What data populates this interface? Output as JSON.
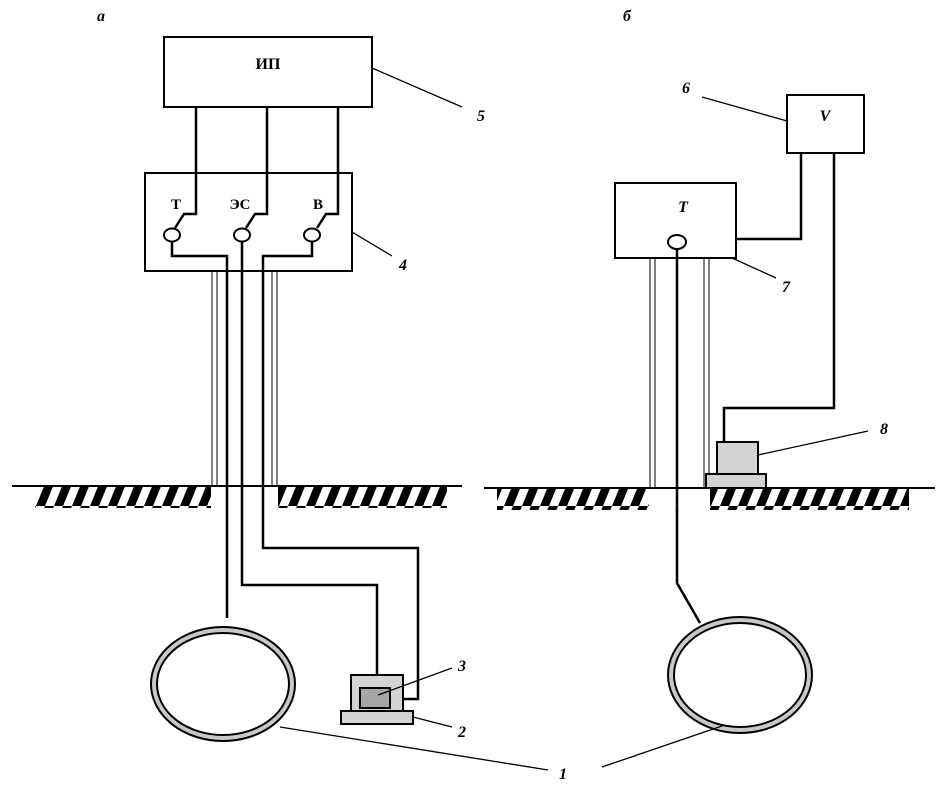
{
  "panel_a": {
    "label": "а",
    "power_source": "ИП",
    "switch_positions": {
      "t": "Т",
      "es": "ЭС",
      "v": "В"
    }
  },
  "panel_b": {
    "label": "б",
    "meter_box": "Т",
    "voltmeter": "V"
  },
  "callouts": {
    "pipeline": "1",
    "electrode": "2",
    "sensor": "3",
    "switch_box": "4",
    "power_source": "5",
    "voltmeter": "6",
    "meter_box": "7",
    "surface_electrode": "8"
  },
  "colors": {
    "line": "#000000",
    "electrode_fill": "#d3d3d3",
    "sensor_fill": "#a6a6a6",
    "pipe_ring_fill": "#c8c8c8",
    "background": "#ffffff"
  }
}
